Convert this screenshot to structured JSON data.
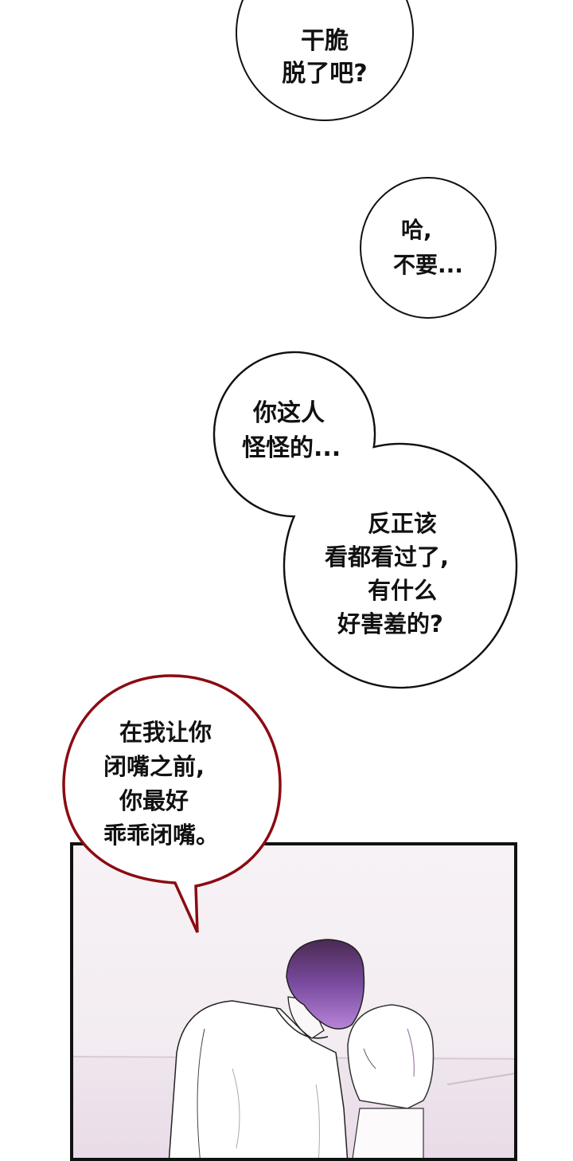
{
  "bubbles": {
    "b1": {
      "lines": [
        "干脆",
        "脱了吧?"
      ]
    },
    "b2": {
      "lines": [
        "哈,",
        "不要..."
      ]
    },
    "b3": {
      "lines": [
        "你这人",
        "怪怪的..."
      ]
    },
    "b4": {
      "lines": [
        "反正该",
        "看都看过了,",
        "有什么",
        "好害羞的?"
      ]
    },
    "b5": {
      "lines": [
        "在我让你",
        "闭嘴之前,",
        "你最好",
        "乖乖闭嘴。"
      ]
    }
  },
  "colors": {
    "outline": "#111111",
    "red_outline": "#8b0b12",
    "panel_bg": "#f5eff3"
  }
}
